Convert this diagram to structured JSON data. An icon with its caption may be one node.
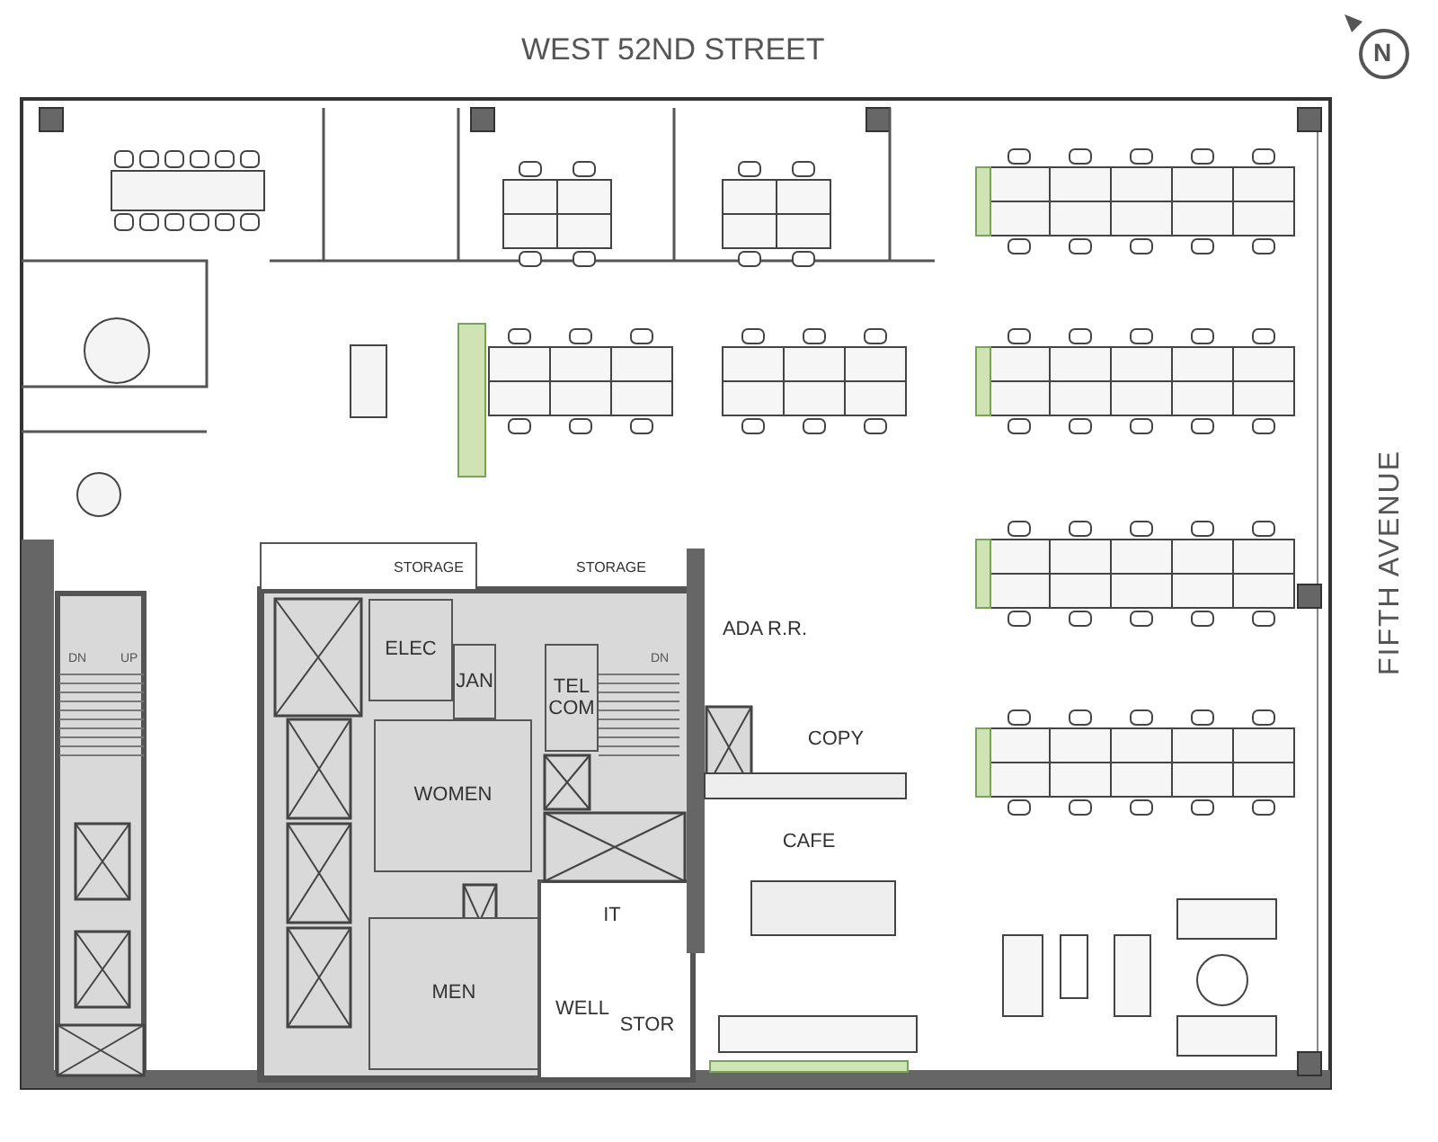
{
  "diagram": {
    "title": "WEST 52ND STREET",
    "nodes": [
      {
        "text": [
          "STORAGE"
        ]
      },
      {
        "text": [
          "STORAGE"
        ]
      },
      {
        "text": [
          "ADA R.R."
        ]
      },
      {
        "text": [
          "ELEC"
        ]
      },
      {
        "text": [
          "JAN"
        ]
      },
      {
        "text": [
          "TEL COM"
        ]
      },
      {
        "text": [
          "WOMEN"
        ]
      },
      {
        "text": [
          "COPY"
        ]
      },
      {
        "text": [
          "CAFE"
        ]
      },
      {
        "text": [
          "IT"
        ]
      },
      {
        "text": [
          "MEN"
        ]
      },
      {
        "text": [
          "WELL"
        ]
      },
      {
        "text": [
          "STOR"
        ]
      }
    ],
    "labels": [
      "N",
      "FIFTH AVENUE",
      "DN",
      "UP",
      "DN"
    ]
  }
}
